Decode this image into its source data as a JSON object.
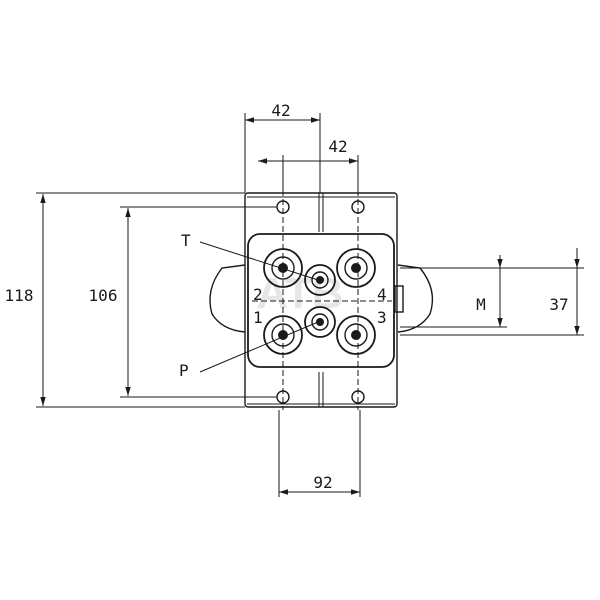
{
  "drawing": {
    "dimensions": {
      "top_width_1": "42",
      "top_width_2": "42",
      "overall_height": "118",
      "hole_spacing_height": "106",
      "bottom_width": "92",
      "right_m": "M",
      "right_height": "37"
    },
    "port_labels": {
      "p1": "1",
      "p2": "2",
      "p3": "3",
      "p4": "4"
    },
    "callouts": {
      "tank": "T",
      "pressure": "P"
    },
    "watermark": "ATB"
  }
}
